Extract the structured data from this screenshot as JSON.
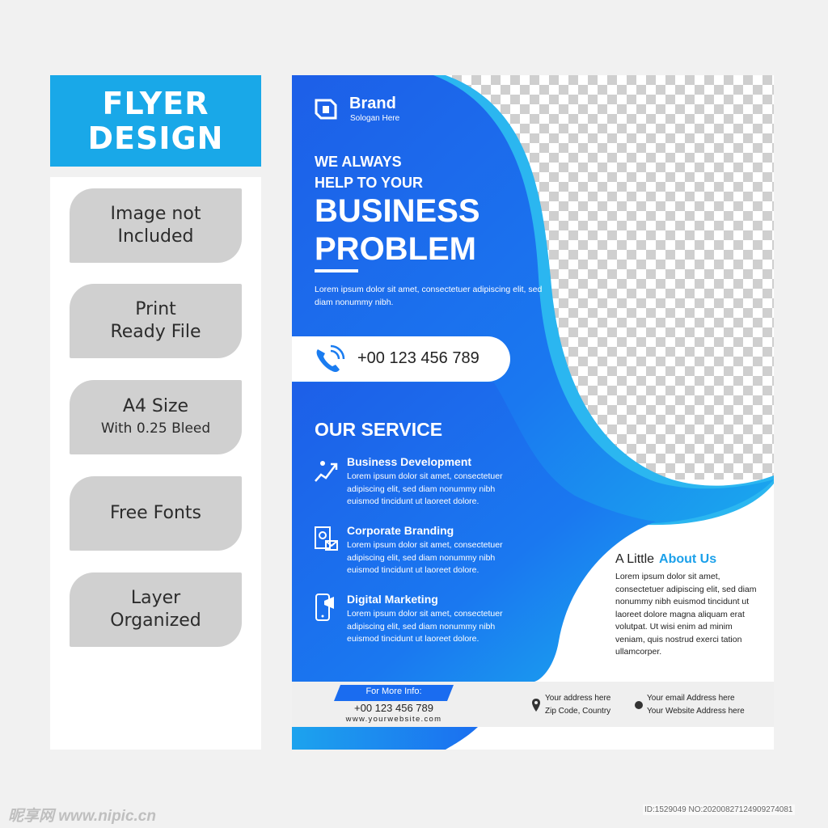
{
  "left": {
    "title_line1": "FLYER",
    "title_line2": "DESIGN",
    "features": [
      {
        "line1": "Image not",
        "line2": "Included"
      },
      {
        "line1": "Print",
        "line2": "Ready File"
      },
      {
        "line1": "A4 Size",
        "line2": "With 0.25 Bleed"
      },
      {
        "line1": "Free Fonts",
        "line2": ""
      },
      {
        "line1": "Layer",
        "line2": "Organized"
      }
    ]
  },
  "flyer": {
    "brand": {
      "name": "Brand",
      "slogan": "Sologan Here"
    },
    "headline_small_1": "WE ALWAYS",
    "headline_small_2": "HELP TO YOUR",
    "headline_big_1": "BUSINESS",
    "headline_big_2": "PROBLEM",
    "intro_text": "Lorem ipsum dolor sit amet, consectetuer adipiscing elit, sed diam nonummy nibh.",
    "phone": "+00 123 456 789",
    "service_title": "OUR SERVICE",
    "services": [
      {
        "name": "Business Development",
        "desc": "Lorem ipsum dolor sit amet, consectetuer adipiscing elit, sed diam nonummy nibh euismod tincidunt ut laoreet dolore.",
        "icon": "growth-icon"
      },
      {
        "name": "Corporate Branding",
        "desc": "Lorem ipsum dolor sit amet, consectetuer adipiscing elit, sed diam nonummy nibh euismod tincidunt ut laoreet dolore.",
        "icon": "branding-icon"
      },
      {
        "name": "Digital Marketing",
        "desc": "Lorem ipsum dolor sit amet, consectetuer adipiscing elit, sed diam nonummy nibh euismod tincidunt ut laoreet dolore.",
        "icon": "marketing-icon"
      }
    ],
    "about": {
      "prefix": "A Little",
      "highlight": "About Us",
      "text": "Lorem ipsum dolor sit amet, consectetuer adipiscing elit, sed diam nonummy nibh euismod tincidunt ut laoreet dolore magna aliquam erat volutpat. Ut wisi enim ad minim veniam, quis nostrud exerci tation ullamcorper."
    },
    "footer": {
      "info_label": "For More Info:",
      "phone": "+00 123 456 789",
      "website": "www.yourwebsite.com",
      "address_line1": "Your address here",
      "address_line2": "Zip Code, Country",
      "contact_line1": "Your email Address here",
      "contact_line2": "Your Website Address here"
    }
  },
  "watermark": {
    "left": "昵享网 www.nipic.cn",
    "right": "ID:1529049 NO:20200827124909274081"
  },
  "colors": {
    "primary_blue": "#1a6cf0",
    "light_blue": "#19a8e8",
    "gray_tag": "#d0d0d0"
  }
}
